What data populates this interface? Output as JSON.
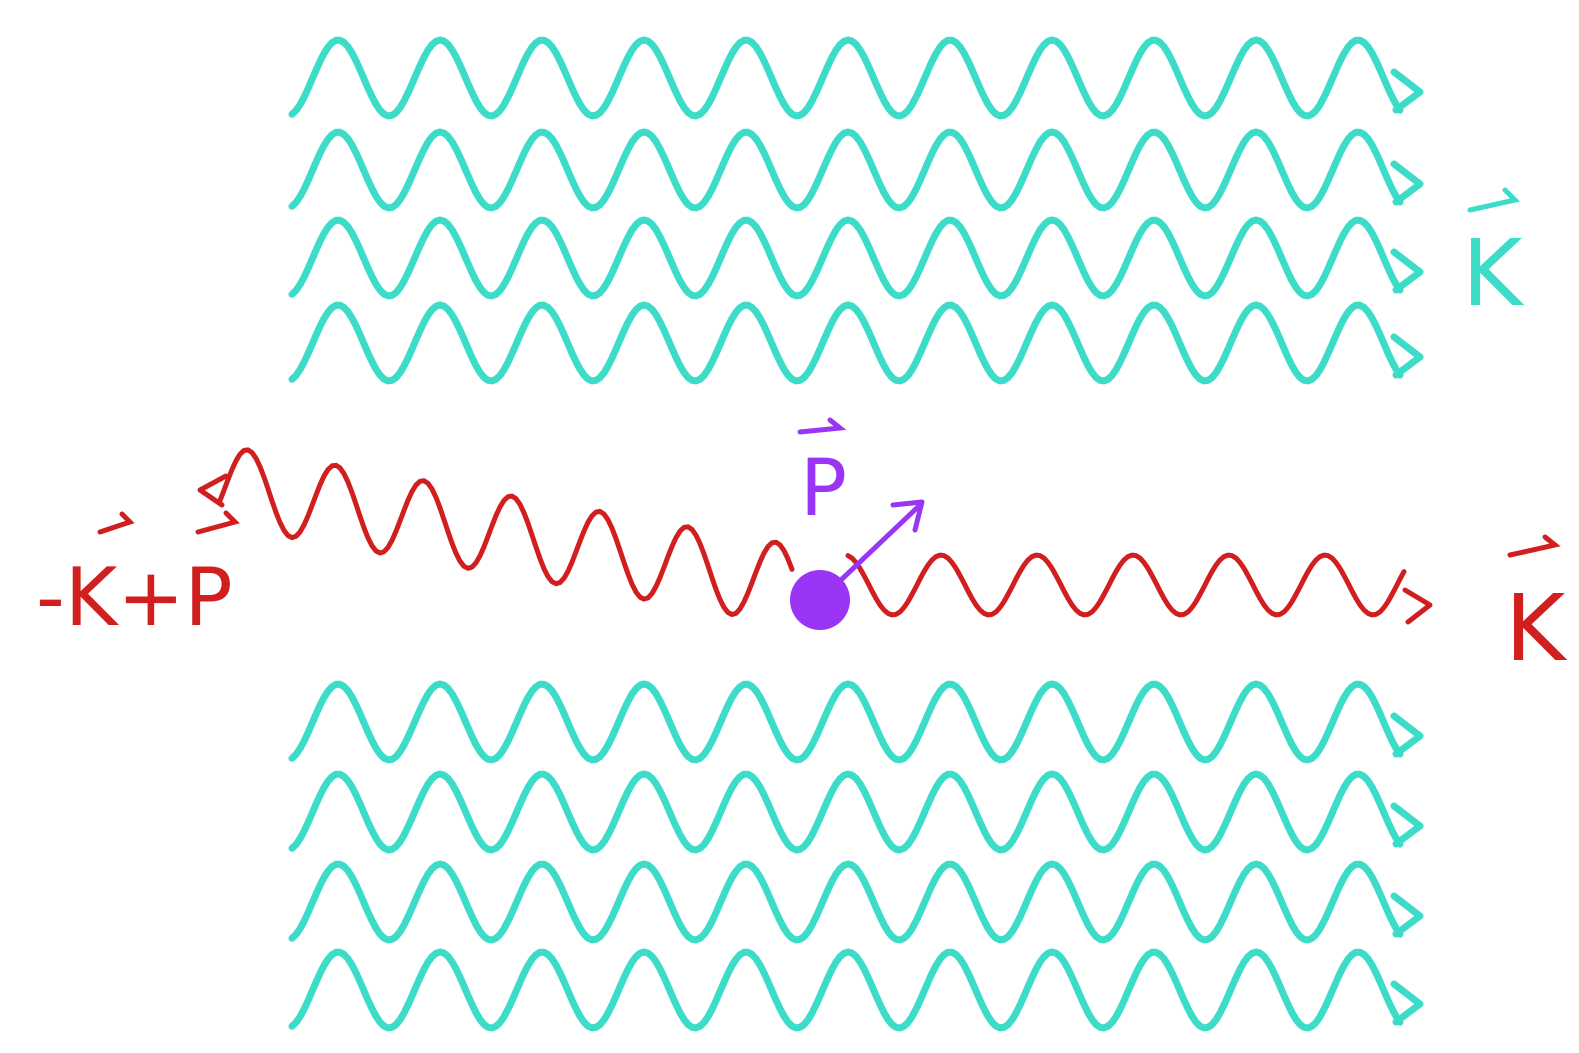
{
  "colors": {
    "background_wave": "#3ddcc8",
    "photon": "#d11f1f",
    "particle": "#9b35f5"
  },
  "labels": {
    "incoming_k": "K",
    "outgoing_k": "K",
    "scattered": "-K+P",
    "momentum": "P"
  },
  "background_waves": {
    "top_count": 4,
    "bottom_count": 4,
    "direction": "right"
  },
  "particle": {
    "name": "particle",
    "vector": "P"
  }
}
